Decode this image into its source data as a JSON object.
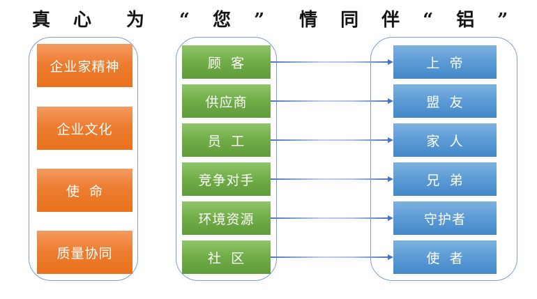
{
  "title": "真 心　为　“ 您 ”　情 同 伴 “ 铝 ”",
  "colors": {
    "orange_box": "#ED7D31",
    "green_box": "#70AD47",
    "blue_box": "#5B9BD5",
    "connector": "#4472C4",
    "container_border": "#7E9CD4",
    "title_text": "#141414",
    "box_text": "#FFFFFF"
  },
  "columns": [
    {
      "name": "values-column",
      "items": [
        "企业家精神",
        "企业文化",
        "使 命",
        "质量协同"
      ]
    },
    {
      "name": "stakeholders-column",
      "items": [
        "顾 客",
        "供应商",
        "员 工",
        "竞争对手",
        "环境资源",
        "社 区"
      ]
    },
    {
      "name": "relationships-column",
      "items": [
        "上 帝",
        "盟 友",
        "家 人",
        "兄 弟",
        "守护者",
        "使 者"
      ]
    }
  ],
  "connections": [
    {
      "from": "顾 客",
      "to": "上 帝"
    },
    {
      "from": "供应商",
      "to": "盟 友"
    },
    {
      "from": "员 工",
      "to": "家 人"
    },
    {
      "from": "竞争对手",
      "to": "兄 弟"
    },
    {
      "from": "环境资源",
      "to": "守护者"
    },
    {
      "from": "社 区",
      "to": "使 者"
    }
  ]
}
